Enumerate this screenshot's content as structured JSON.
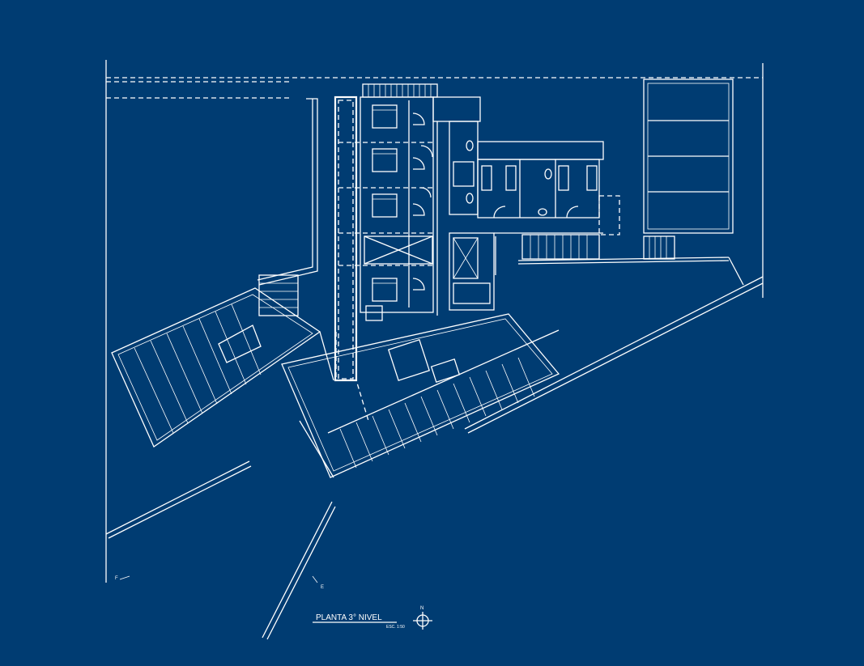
{
  "drawing": {
    "title": "PLANTA 3° NIVEL",
    "scale": "ESC. 1:50",
    "north_label": "N",
    "section_mark_f": "F",
    "section_mark_e": "E"
  },
  "colors": {
    "background": "#003c72",
    "linework": "#ffffff"
  },
  "icons": [
    "north-arrow-icon",
    "bed-icon",
    "toilet-icon",
    "stair-icon"
  ]
}
